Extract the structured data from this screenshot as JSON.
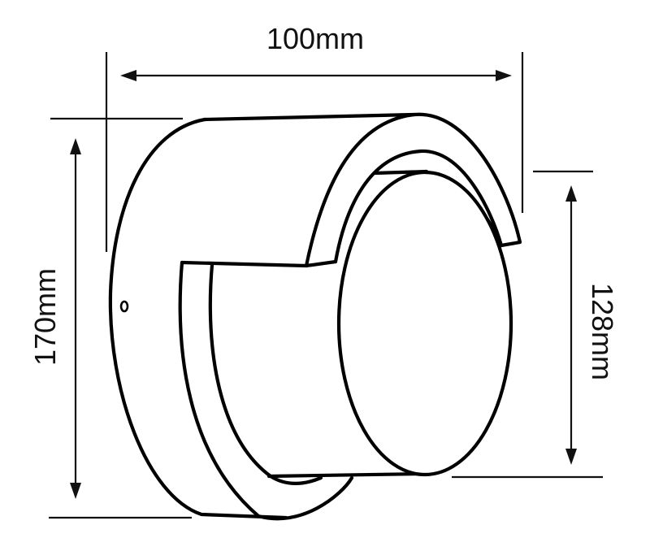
{
  "drawing": {
    "title": "Round wall light dimension drawing",
    "line_color": "#000000",
    "background": "#ffffff"
  },
  "dimensions": {
    "width": {
      "label": "100mm",
      "orientation": "horizontal",
      "position": "top"
    },
    "height": {
      "label": "170mm",
      "orientation": "vertical",
      "position": "left"
    },
    "lens_height": {
      "label": "128mm",
      "orientation": "vertical",
      "position": "right"
    }
  },
  "parts": {
    "back_plate": "circular wall plate",
    "hood": "curved top shade",
    "lens": "oval front lens",
    "screw": "side screw hole"
  }
}
